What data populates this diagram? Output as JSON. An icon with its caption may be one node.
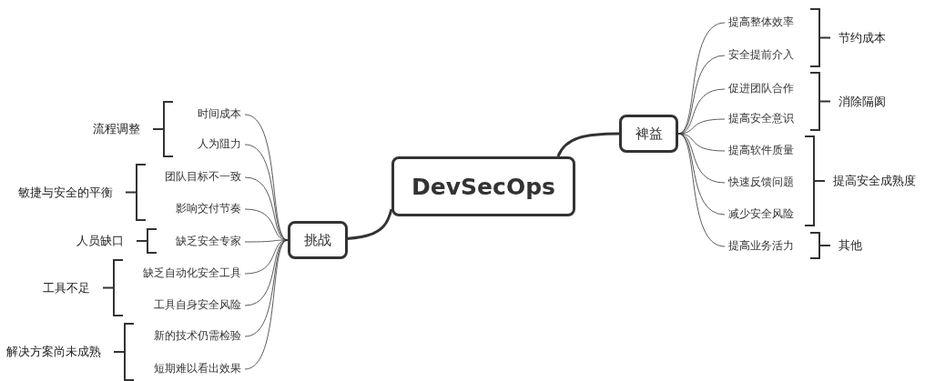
{
  "diagram": {
    "nodes": [
      {
        "text": [
          "DevSecOps"
        ]
      },
      {
        "text": [
          "裨益"
        ]
      },
      {
        "text": [
          "挑战"
        ]
      },
      {
        "text": [
          "提高整体效率"
        ]
      },
      {
        "text": [
          "安全提前介入"
        ]
      },
      {
        "text": [
          "促进团队合作"
        ]
      },
      {
        "text": [
          "提高安全意识"
        ]
      },
      {
        "text": [
          "提高软件质量"
        ]
      },
      {
        "text": [
          "快速反馈问题"
        ]
      },
      {
        "text": [
          "减少安全风险"
        ]
      },
      {
        "text": [
          "提高业务活力"
        ]
      },
      {
        "text": [
          "时间成本"
        ]
      },
      {
        "text": [
          "人为阻力"
        ]
      },
      {
        "text": [
          "团队目标不一致"
        ]
      },
      {
        "text": [
          "影响交付节奏"
        ]
      },
      {
        "text": [
          "缺乏安全专家"
        ]
      },
      {
        "text": [
          "缺乏自动化安全工具"
        ]
      },
      {
        "text": [
          "工具自身安全风险"
        ]
      },
      {
        "text": [
          "新的技术仍需检验"
        ]
      },
      {
        "text": [
          "短期难以看出效果"
        ]
      }
    ],
    "edges": [
      {
        "from": 0,
        "to": 1,
        "arrow": "none",
        "style": "thick"
      },
      {
        "from": 0,
        "to": 2,
        "arrow": "none",
        "style": "thick"
      },
      {
        "from": 1,
        "to": 3,
        "arrow": "none"
      },
      {
        "from": 1,
        "to": 4,
        "arrow": "none"
      },
      {
        "from": 1,
        "to": 5,
        "arrow": "none"
      },
      {
        "from": 1,
        "to": 6,
        "arrow": "none"
      },
      {
        "from": 1,
        "to": 7,
        "arrow": "none"
      },
      {
        "from": 1,
        "to": 8,
        "arrow": "none"
      },
      {
        "from": 1,
        "to": 9,
        "arrow": "none"
      },
      {
        "from": 1,
        "to": 10,
        "arrow": "none"
      },
      {
        "from": 2,
        "to": 11,
        "arrow": "none"
      },
      {
        "from": 2,
        "to": 12,
        "arrow": "none"
      },
      {
        "from": 2,
        "to": 13,
        "arrow": "none"
      },
      {
        "from": 2,
        "to": 14,
        "arrow": "none"
      },
      {
        "from": 2,
        "to": 15,
        "arrow": "none"
      },
      {
        "from": 2,
        "to": 16,
        "arrow": "none"
      },
      {
        "from": 2,
        "to": 17,
        "arrow": "none"
      },
      {
        "from": 2,
        "to": 18,
        "arrow": "none"
      },
      {
        "from": 2,
        "to": 19,
        "arrow": "none"
      }
    ],
    "labels": [
      "节约成本",
      "消除隔阂",
      "流程调整",
      "提高安全成熟度",
      "敏捷与安全的平衡",
      "人员缺口",
      "其他",
      "工具不足",
      "解决方案尚未成熟"
    ]
  }
}
